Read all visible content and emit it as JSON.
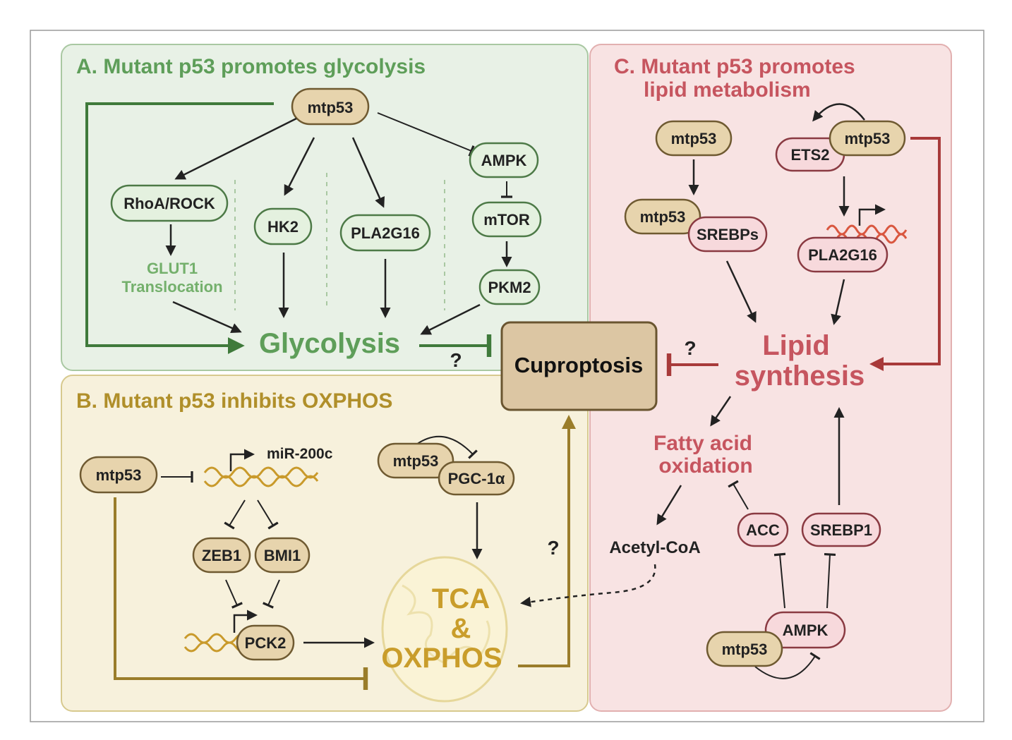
{
  "colors": {
    "green_bg": "#e8f1e6",
    "green_border": "#a9c8a2",
    "green_text": "#5e9e59",
    "green_node_fill": "#e4f1df",
    "green_node_stroke": "#4d7a47",
    "green_arrow": "#3f7a3b",
    "gold_bg": "#f7f1dc",
    "gold_border": "#d7c98e",
    "gold_text": "#b08f2a",
    "tan_node_fill": "#e7d4ad",
    "tan_node_stroke": "#6f5a31",
    "gold_arrow": "#9a7d2a",
    "pink_bg": "#f8e3e3",
    "pink_border": "#e2b0b0",
    "pink_text": "#c6555f",
    "pink_node_fill": "#f7d9dc",
    "pink_node_stroke": "#8a3a42",
    "red_arrow": "#a83a3a",
    "cuproptosis_fill": "#dcc6a3",
    "cuproptosis_stroke": "#6a5530",
    "black_arrow": "#222222"
  },
  "panel_a": {
    "title": "A. Mutant p53 promotes glycolysis",
    "mtp53": "mtp53",
    "rhoa_rock": "RhoA/ROCK",
    "glut1_line1": "GLUT1",
    "glut1_line2": "Translocation",
    "hk2": "HK2",
    "pla2g16": "PLA2G16",
    "ampk": "AMPK",
    "mtor": "mTOR",
    "pkm2": "PKM2",
    "glycolysis": "Glycolysis",
    "question": "?"
  },
  "panel_b": {
    "title": "B. Mutant p53 inhibits OXPHOS",
    "mtp53_left": "mtp53",
    "mir200c": "miR-200c",
    "zeb1": "ZEB1",
    "bmi1": "BMI1",
    "pck2": "PCK2",
    "mtp53_pgc": "mtp53",
    "pgc1a": "PGC-1α",
    "tca_line1": "TCA",
    "tca_line2": "&",
    "tca_line3": "OXPHOS",
    "question": "?"
  },
  "panel_c": {
    "title_line1": "C. Mutant p53 promotes",
    "title_line2": "lipid metabolism",
    "mtp53_a": "mtp53",
    "mtp53_b": "mtp53",
    "srebps": "SREBPs",
    "ets2": "ETS2",
    "mtp53_ets": "mtp53",
    "pla2g16": "PLA2G16",
    "lipid_line1": "Lipid",
    "lipid_line2": "synthesis",
    "fao_line1": "Fatty acid",
    "fao_line2": "oxidation",
    "acetyl_coa": "Acetyl-CoA",
    "acc": "ACC",
    "srebp1": "SREBP1",
    "ampk": "AMPK",
    "mtp53_ampk": "mtp53",
    "question": "?"
  },
  "center": {
    "cuproptosis": "Cuproptosis"
  }
}
